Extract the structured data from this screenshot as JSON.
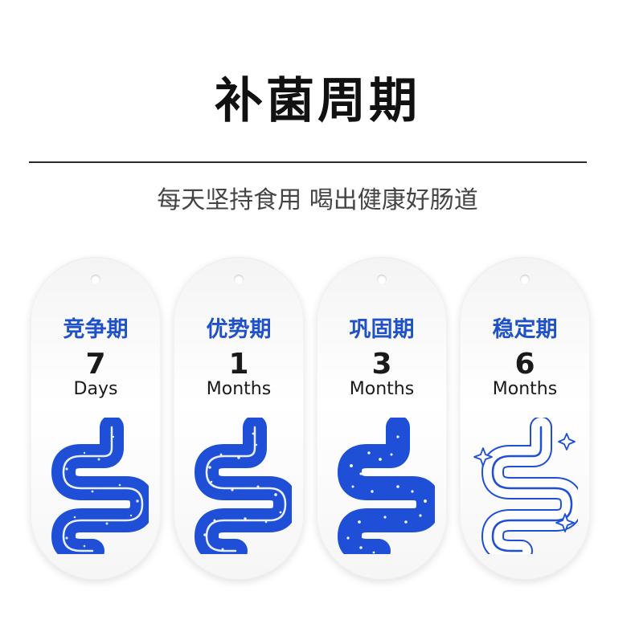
{
  "header": {
    "title": "补菌周期",
    "subtitle": "每天坚持食用 喝出健康好肠道"
  },
  "cards": [
    {
      "phase": "竞争期",
      "number": "7",
      "unit": "Days",
      "style": "filled"
    },
    {
      "phase": "优势期",
      "number": "1",
      "unit": "Months",
      "style": "filled"
    },
    {
      "phase": "巩固期",
      "number": "3",
      "unit": "Months",
      "style": "filled"
    },
    {
      "phase": "稳定期",
      "number": "6",
      "unit": "Months",
      "style": "outline"
    }
  ],
  "icons": {
    "intestine": "intestine-icon",
    "sparkle": "sparkle-icon"
  },
  "colors": {
    "accent_blue": "#1f52c8",
    "intestine_blue": "#1e4fd6",
    "outline_blue": "#1e4fd6"
  }
}
